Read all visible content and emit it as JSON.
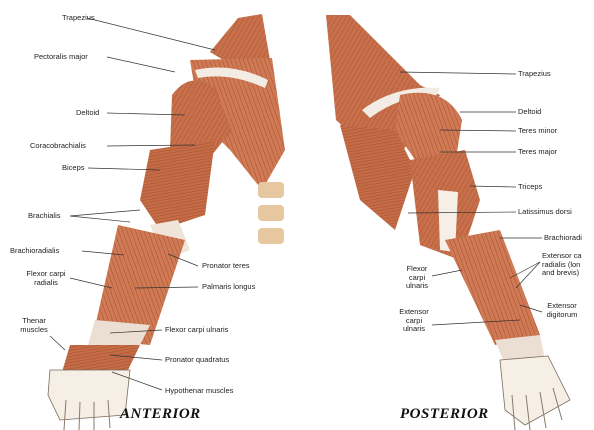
{
  "views": {
    "anterior": {
      "title": "ANTERIOR",
      "labels": {
        "trapezius": "Trapezius",
        "pectoralis_major": "Pectoralis major",
        "deltoid": "Deltoid",
        "coracobrachialis": "Coracobrachialis",
        "biceps": "Biceps",
        "brachialis": "Brachialis",
        "brachioradialis": "Brachioradialis",
        "flexor_carpi_radialis_1": "Flexor carpi",
        "flexor_carpi_radialis_2": "radialis",
        "pronator_teres": "Pronator teres",
        "palmaris_longus": "Palmaris longus",
        "thenar_1": "Thenar",
        "thenar_2": "muscles",
        "flexor_carpi_ulnaris": "Flexor carpi ulnaris",
        "pronator_quadratus": "Pronator quadratus",
        "hypothenar": "Hypothenar muscles"
      }
    },
    "posterior": {
      "title": "POSTERIOR",
      "labels": {
        "trapezius": "Trapezius",
        "deltoid": "Deltoid",
        "teres_minor": "Teres minor",
        "teres_major": "Teres major",
        "triceps": "Triceps",
        "latissimus_dorsi": "Latissimus dorsi",
        "brachioradialis": "Brachioradi",
        "extensor_carpi_radialis_1": "Extensor ca",
        "extensor_carpi_radialis_2": "radialis (lon",
        "extensor_carpi_radialis_3": "and brevis)",
        "flexor_carpi_ulnaris_1": "Flexor",
        "flexor_carpi_ulnaris_2": "carpi",
        "flexor_carpi_ulnaris_3": "ulnaris",
        "extensor_carpi_ulnaris_1": "Extensor",
        "extensor_carpi_ulnaris_2": "carpi",
        "extensor_carpi_ulnaris_3": "ulnaris",
        "extensor_digitorum_1": "Extensor",
        "extensor_digitorum_2": "digitorum"
      }
    }
  },
  "colors": {
    "muscle": "#c8704c",
    "muscle_dark": "#9a4a2e",
    "muscle_light": "#e3a27e",
    "tendon": "#f4ece4",
    "bone": "#e8cfa8",
    "leader_line": "#333333"
  }
}
